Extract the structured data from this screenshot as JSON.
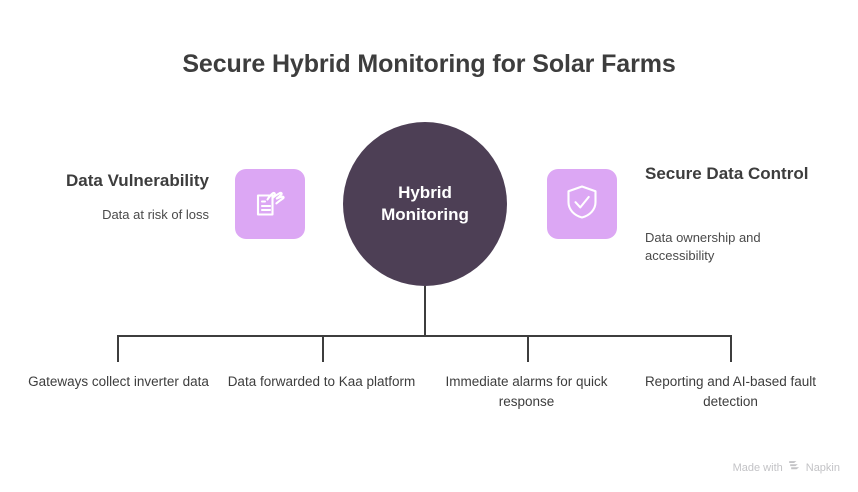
{
  "title": "Secure Hybrid Monitoring for Solar Farms",
  "center": {
    "label": "Hybrid\nMonitoring",
    "fill": "#4d3f55",
    "text_color": "#ffffff"
  },
  "features": [
    {
      "side": "left",
      "heading": "Data Vulnerability",
      "subtitle": "Data at risk of loss",
      "icon": "document-hand-icon",
      "tile_color": "#dca7f4"
    },
    {
      "side": "right",
      "heading": "Secure Data Control",
      "subtitle": "Data ownership and accessibility",
      "icon": "shield-check-icon",
      "tile_color": "#dca7f4"
    }
  ],
  "branches": [
    "Gateways collect inverter data",
    "Data forwarded to Kaa platform",
    "Immediate alarms for quick response",
    "Reporting and AI-based fault detection"
  ],
  "watermark": {
    "prefix": "Made with",
    "brand": "Napkin",
    "logo_icon": "napkin-logo-icon"
  },
  "colors": {
    "text": "#3d3d3d",
    "accent": "#dca7f4",
    "node": "#4d3f55",
    "line": "#3d3d3d",
    "background": "#ffffff"
  }
}
